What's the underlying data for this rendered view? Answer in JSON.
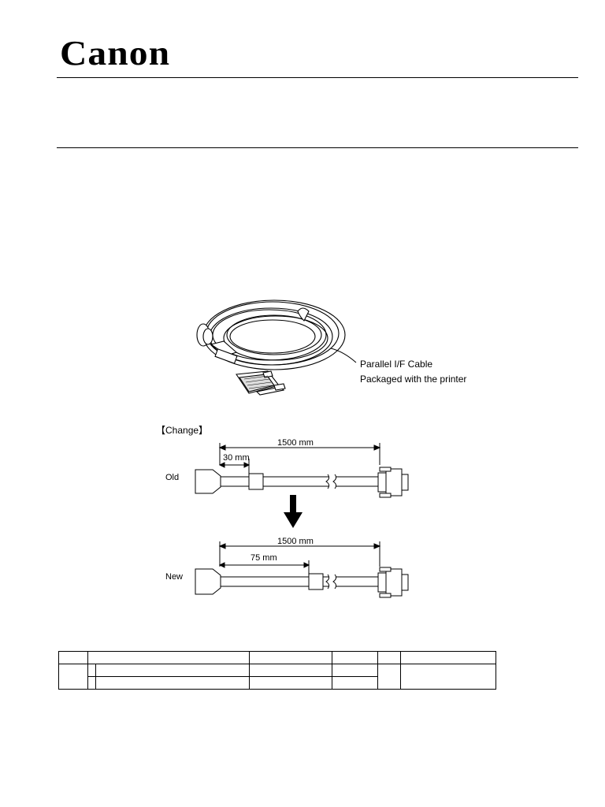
{
  "header": {
    "brand": "Canon"
  },
  "figure": {
    "caption_line1": "Parallel I/F Cable",
    "caption_line2": "Packaged with the printer",
    "section_label": "【Change】",
    "old": {
      "label": "Old",
      "total_length": "1500 mm",
      "core_distance": "30 mm"
    },
    "new": {
      "label": "New",
      "total_length": "1500 mm",
      "core_distance": "75 mm"
    }
  }
}
